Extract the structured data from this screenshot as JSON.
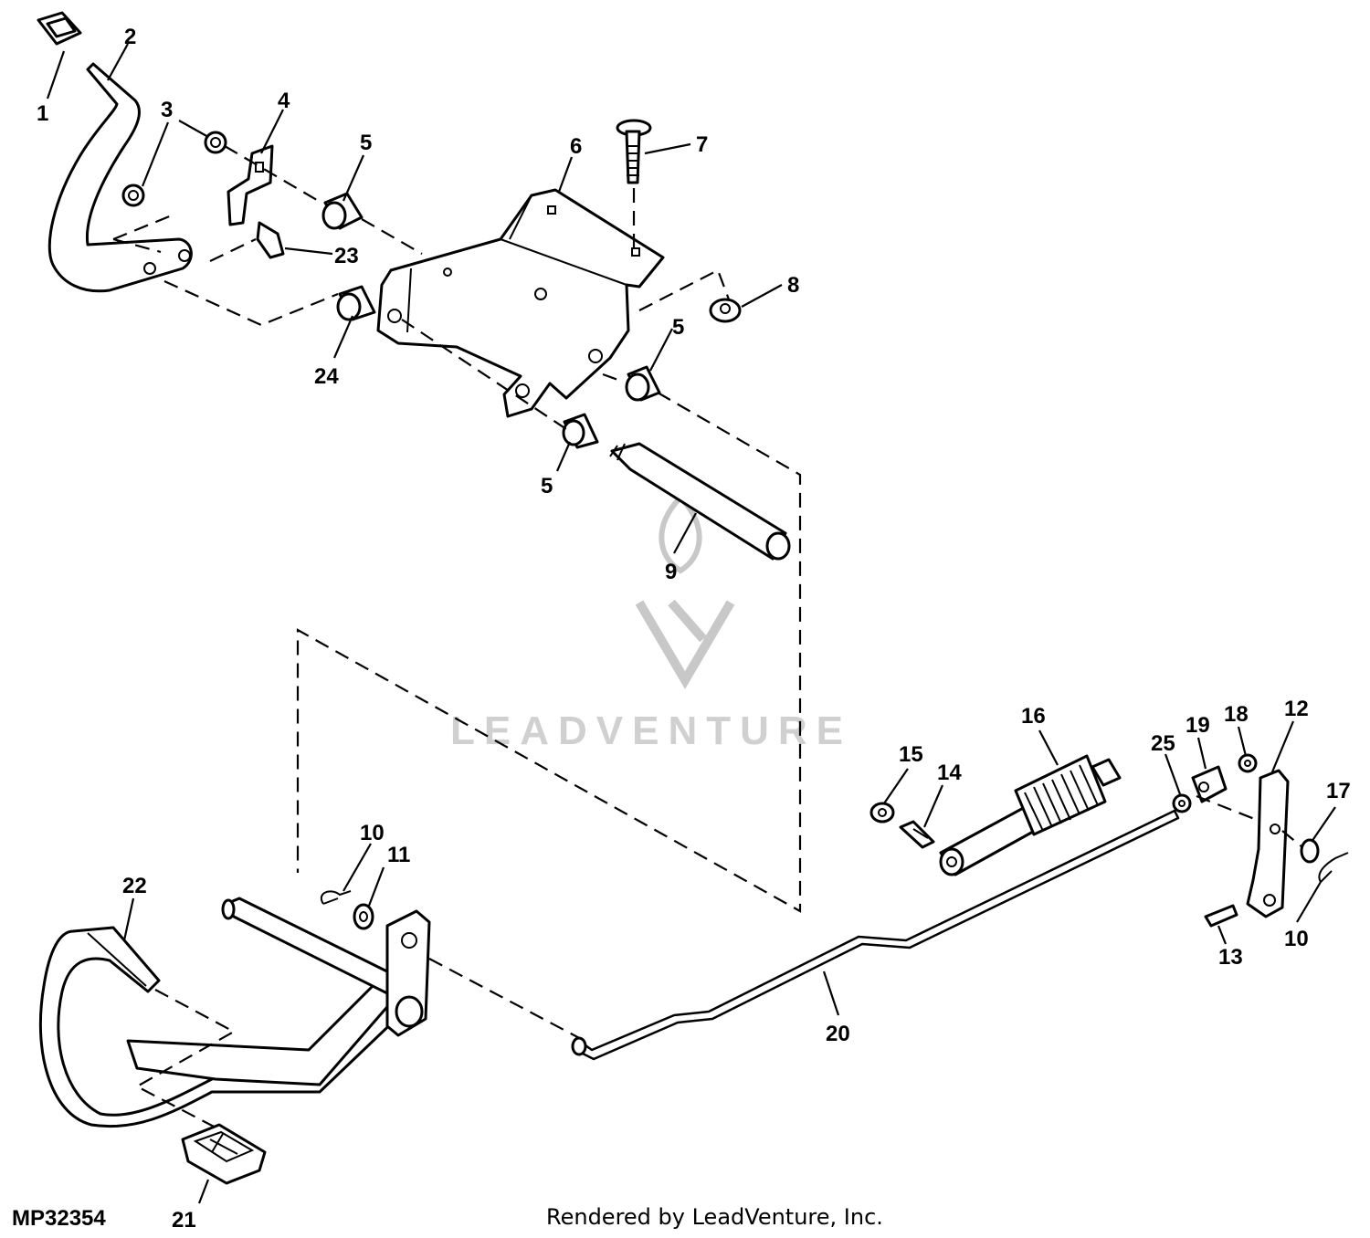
{
  "drawing_number": "MP32354",
  "credit": "Rendered by LeadVenture, Inc.",
  "watermark": "LEADVENTURE",
  "callouts": {
    "c1": "1",
    "c2": "2",
    "c3": "3",
    "c4": "4",
    "c5a": "5",
    "c5b": "5",
    "c5c": "5",
    "c6": "6",
    "c7": "7",
    "c8": "8",
    "c9": "9",
    "c10a": "10",
    "c10b": "10",
    "c11": "11",
    "c12": "12",
    "c13": "13",
    "c14": "14",
    "c15": "15",
    "c16": "16",
    "c17": "17",
    "c18": "18",
    "c19": "19",
    "c20": "20",
    "c21": "21",
    "c22": "22",
    "c23": "23",
    "c24": "24",
    "c25": "25"
  }
}
